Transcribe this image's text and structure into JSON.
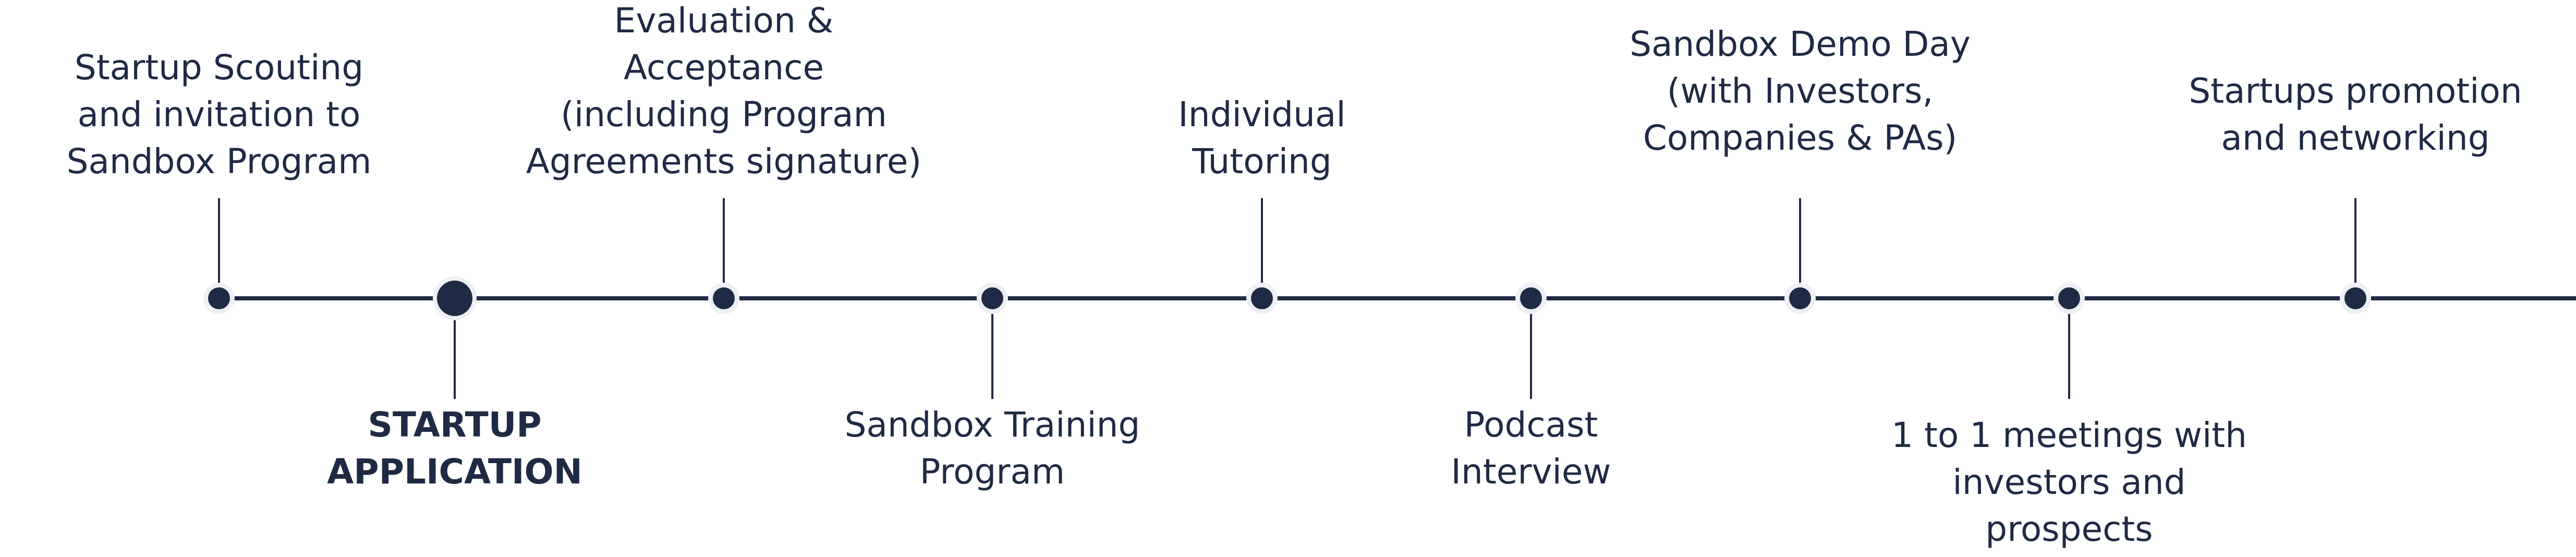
{
  "timeline": {
    "line_color": "#1f2a44",
    "node_color": "#1f2a44",
    "halo_color": "#eef0f5",
    "steps": [
      {
        "id": "scouting",
        "label": "Startup Scouting\nand invitation to\nSandbox Program",
        "side": "top",
        "emphasis": false
      },
      {
        "id": "application",
        "label": "STARTUP\nAPPLICATION",
        "side": "bottom",
        "emphasis": true
      },
      {
        "id": "evaluation",
        "label": "Evaluation &\nAcceptance\n(including Program\nAgreements signature)",
        "side": "top",
        "emphasis": false
      },
      {
        "id": "training",
        "label": "Sandbox Training\nProgram",
        "side": "bottom",
        "emphasis": false
      },
      {
        "id": "tutoring",
        "label": "Individual\nTutoring",
        "side": "top",
        "emphasis": false
      },
      {
        "id": "podcast",
        "label": "Podcast\nInterview",
        "side": "bottom",
        "emphasis": false
      },
      {
        "id": "demo-day",
        "label": "Sandbox Demo Day\n(with Investors,\nCompanies & PAs)",
        "side": "top",
        "emphasis": false
      },
      {
        "id": "meetings",
        "label": "1 to 1 meetings with\ninvestors and\nprospects",
        "side": "bottom",
        "emphasis": false
      },
      {
        "id": "promotion",
        "label": "Startups promotion\nand networking",
        "side": "top",
        "emphasis": false
      }
    ]
  }
}
